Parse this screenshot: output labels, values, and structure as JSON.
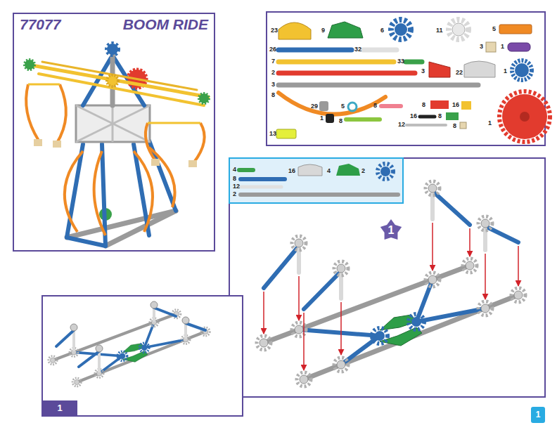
{
  "diagram": {
    "nodes": [
      {
        "text": [
          "77077",
          "BOOM RIDE"
        ]
      },
      {
        "text": [
          "1"
        ]
      },
      {
        "text": [
          "1"
        ]
      },
      {
        "text": [
          "1"
        ]
      }
    ],
    "labels": [
      "23",
      "9",
      "6",
      "11",
      "5",
      "3",
      "1",
      "26",
      "32",
      "7",
      "33",
      "2",
      "3",
      "22",
      "1",
      "3",
      "8",
      "29",
      "5",
      "8",
      "8",
      "16",
      "1",
      "8",
      "16",
      "8",
      "1",
      "13",
      "12",
      "8",
      "4",
      "16",
      "4",
      "2",
      "8",
      "12",
      "2"
    ]
  }
}
